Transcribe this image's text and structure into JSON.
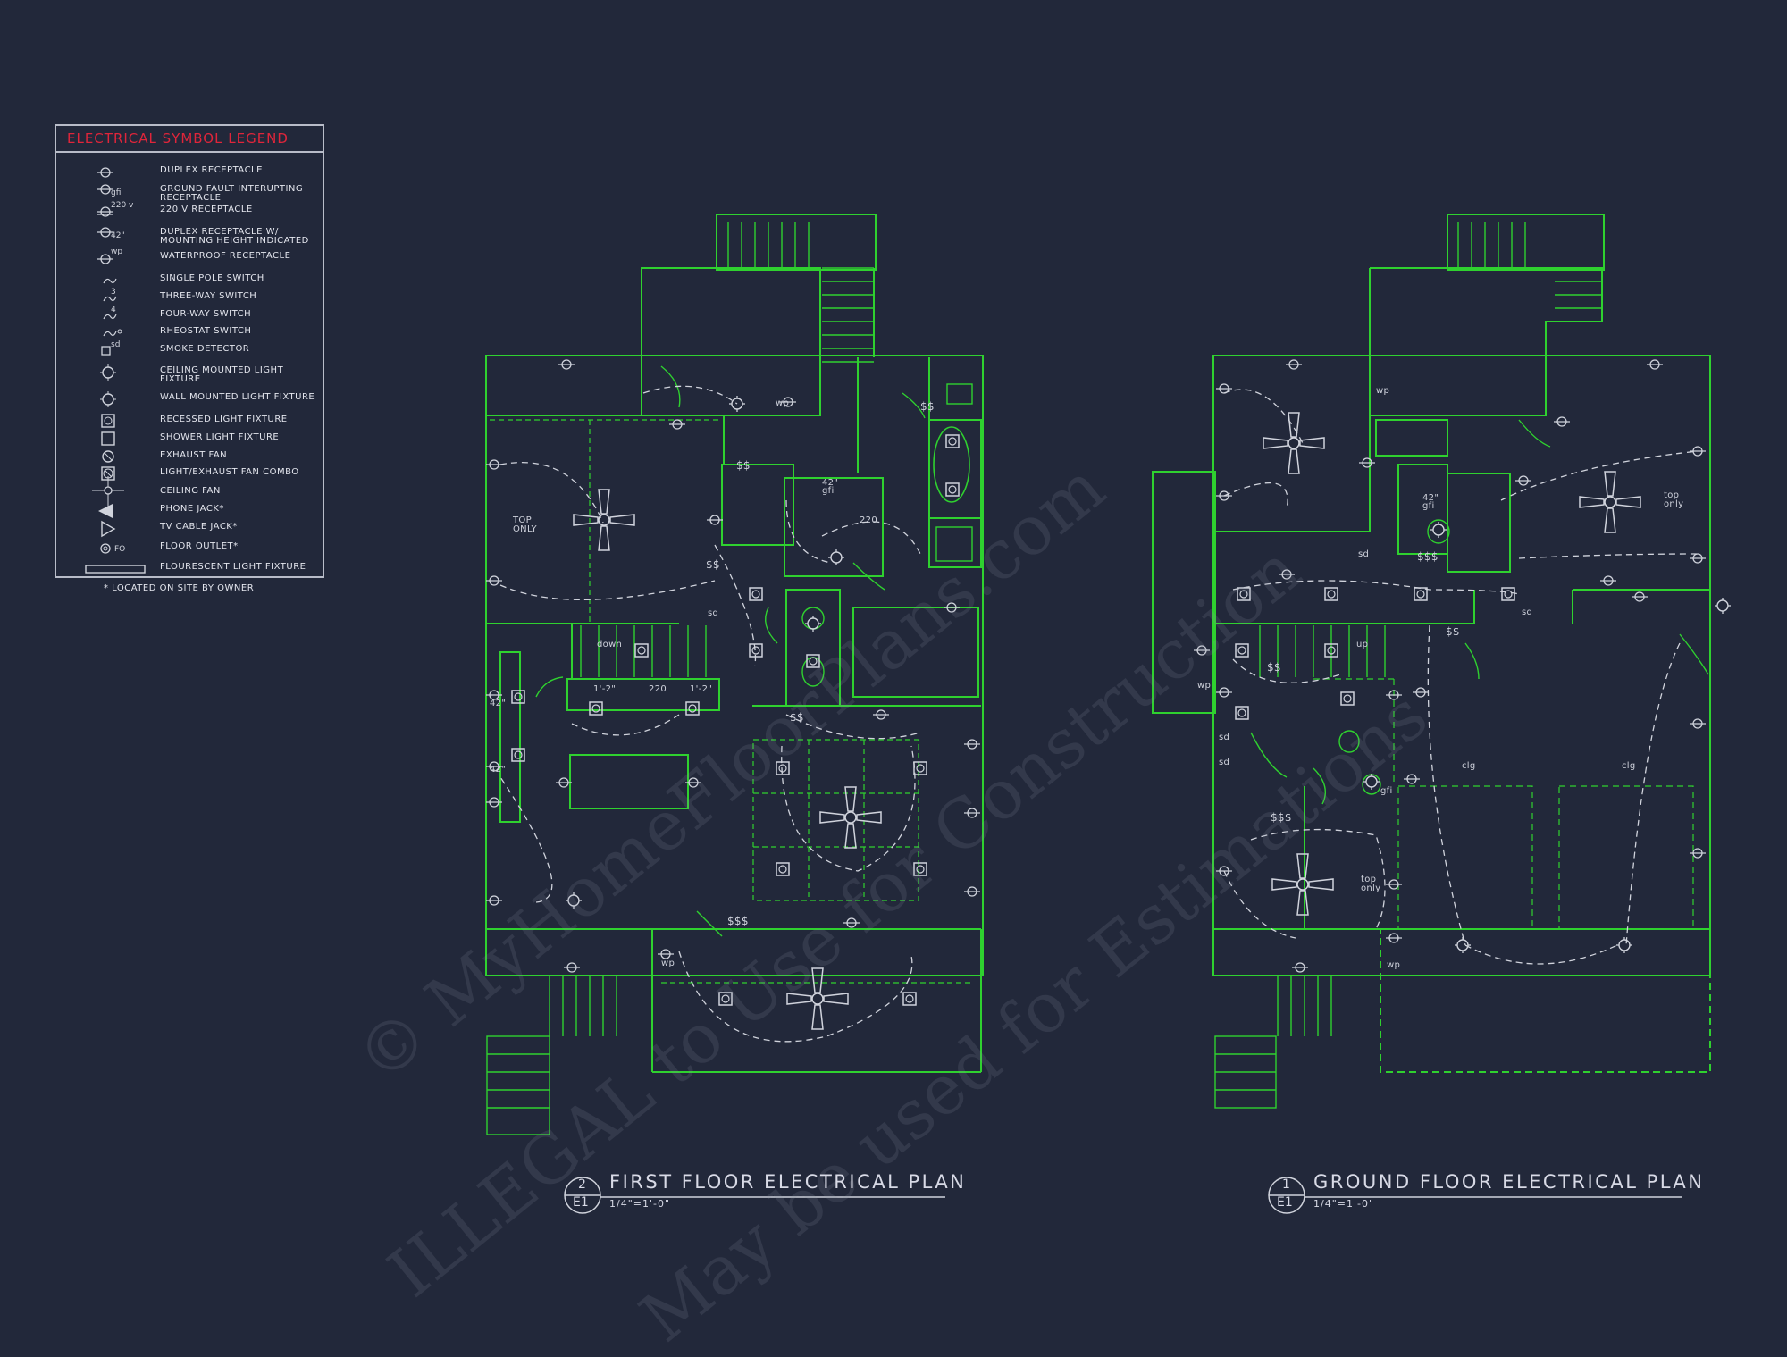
{
  "legend": {
    "title": "ELECTRICAL SYMBOL LEGEND",
    "items": [
      {
        "icon": "duplex-receptacle-icon",
        "label": "DUPLEX RECEPTACLE",
        "mark": ""
      },
      {
        "icon": "gfi-receptacle-icon",
        "label": "GROUND FAULT INTERUPTING RECEPTACLE",
        "mark": "gfi"
      },
      {
        "icon": "receptacle-220v-icon",
        "label": "220 V RECEPTACLE",
        "mark": "220 v"
      },
      {
        "icon": "duplex-receptacle-height-icon",
        "label": "DUPLEX RECEPTACLE W/ MOUNTING HEIGHT INDICATED",
        "mark": "42\""
      },
      {
        "icon": "waterproof-receptacle-icon",
        "label": "WATERPROOF RECEPTACLE",
        "mark": "wp"
      },
      {
        "icon": "single-pole-switch-icon",
        "label": "SINGLE POLE SWITCH",
        "mark": ""
      },
      {
        "icon": "three-way-switch-icon",
        "label": "THREE-WAY SWITCH",
        "mark": "3"
      },
      {
        "icon": "four-way-switch-icon",
        "label": "FOUR-WAY SWITCH",
        "mark": "4"
      },
      {
        "icon": "rheostat-switch-icon",
        "label": "RHEOSTAT SWITCH",
        "mark": ""
      },
      {
        "icon": "smoke-detector-icon",
        "label": "SMOKE DETECTOR",
        "mark": "sd"
      },
      {
        "icon": "ceiling-light-icon",
        "label": "CEILING MOUNTED LIGHT FIXTURE",
        "mark": ""
      },
      {
        "icon": "wall-light-icon",
        "label": "WALL MOUNTED LIGHT FIXTURE",
        "mark": ""
      },
      {
        "icon": "recessed-light-icon",
        "label": "RECESSED LIGHT FIXTURE",
        "mark": ""
      },
      {
        "icon": "shower-light-icon",
        "label": "SHOWER LIGHT FIXTURE",
        "mark": ""
      },
      {
        "icon": "exhaust-fan-icon",
        "label": "EXHAUST FAN",
        "mark": ""
      },
      {
        "icon": "light-exhaust-combo-icon",
        "label": "LIGHT/EXHAUST FAN COMBO",
        "mark": ""
      },
      {
        "icon": "ceiling-fan-icon",
        "label": "CEILING FAN",
        "mark": ""
      },
      {
        "icon": "phone-jack-icon",
        "label": "PHONE JACK*",
        "mark": ""
      },
      {
        "icon": "tv-cable-jack-icon",
        "label": "TV CABLE JACK*",
        "mark": ""
      },
      {
        "icon": "floor-outlet-icon",
        "label": "FLOOR OUTLET*",
        "mark": "FO"
      },
      {
        "icon": "fluorescent-fixture-icon",
        "label": "FLOURESCENT LIGHT FIXTURE",
        "mark": ""
      }
    ],
    "note": "* LOCATED ON SITE BY OWNER"
  },
  "plans": [
    {
      "number": "2",
      "sheet": "E1",
      "title": "FIRST FLOOR ELECTRICAL PLAN",
      "scale": "1/4\"=1'-0\""
    },
    {
      "number": "1",
      "sheet": "E1",
      "title": "GROUND FLOOR ELECTRICAL PLAN",
      "scale": "1/4\"=1'-0\""
    }
  ],
  "first_floor_labels": {
    "top_only": "TOP ONLY",
    "down": "down",
    "dim_left": "1'-2\"",
    "receptacle_220": "220",
    "dim_right": "1'-2\"",
    "wp": "wp",
    "wp_top": "wp",
    "gfi_42": "42\" gfi",
    "r220": "220",
    "h42a": "42\"",
    "h42b": "42\"",
    "sd1": "sd",
    "sw1": "$$",
    "sw2": "$$",
    "sw3": "$$$",
    "sw4": "$$",
    "sw5": "$$"
  },
  "ground_floor_labels": {
    "top_only": "top only",
    "up": "up",
    "wp": "wp",
    "wp_left": "wp",
    "wp_top": "wp",
    "gfi_42": "42\" gfi",
    "gfi": "gfi",
    "clg1": "clg",
    "clg2": "clg",
    "top_only_low": "top only",
    "sd1": "sd",
    "sd2": "sd",
    "sd3": "sd",
    "sd4": "sd",
    "sw1": "$$$",
    "sw2": "$$$",
    "sw3": "$$",
    "sw4": "$$"
  },
  "watermark": {
    "line1": "© MyHomeFloorPlans.com",
    "line2": "ILLEGAL to Use for Construction",
    "line3": "May be used for Estimations"
  },
  "colors": {
    "background": "#22283a",
    "plan_line": "#2fd12f",
    "legend_title": "#e0253a",
    "text": "#e4e6ee",
    "circuit": "#d0d3dc"
  }
}
